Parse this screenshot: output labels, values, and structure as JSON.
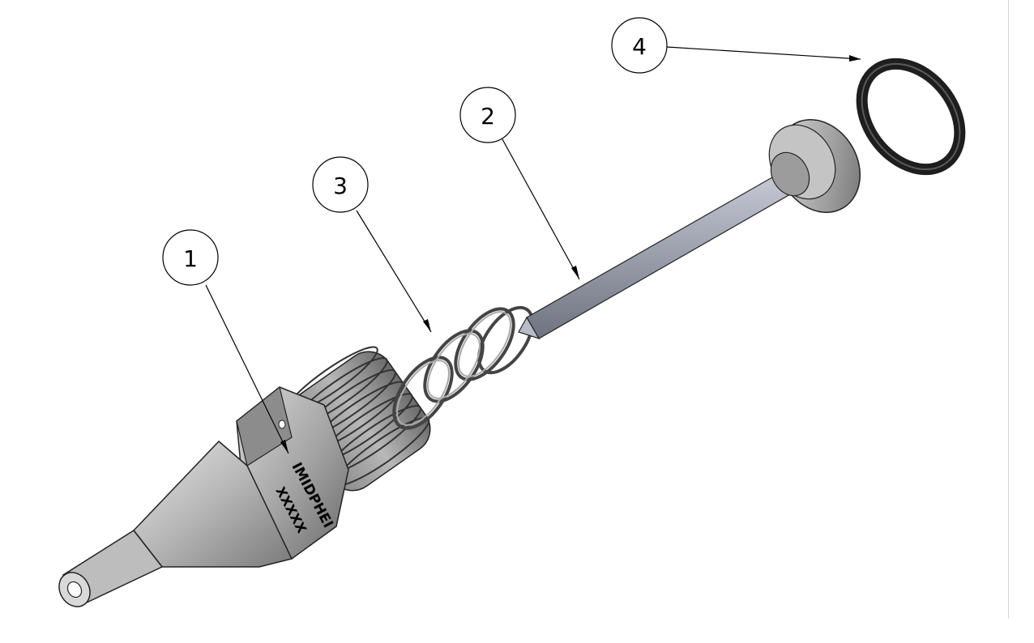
{
  "balloons": [
    {
      "label": "1"
    },
    {
      "label": "2"
    },
    {
      "label": "3"
    },
    {
      "label": "4"
    }
  ],
  "engraving": {
    "line1": "IMIDPHEI",
    "line2": "XXXXX"
  },
  "colors": {
    "background": "#ffffff",
    "line": "#000000",
    "metal_dark": "#6e6e6e",
    "metal_mid": "#a8a8a8",
    "metal_light": "#e4e4e4",
    "rod": "#9a9eab",
    "oring": "#1e1e1e"
  }
}
